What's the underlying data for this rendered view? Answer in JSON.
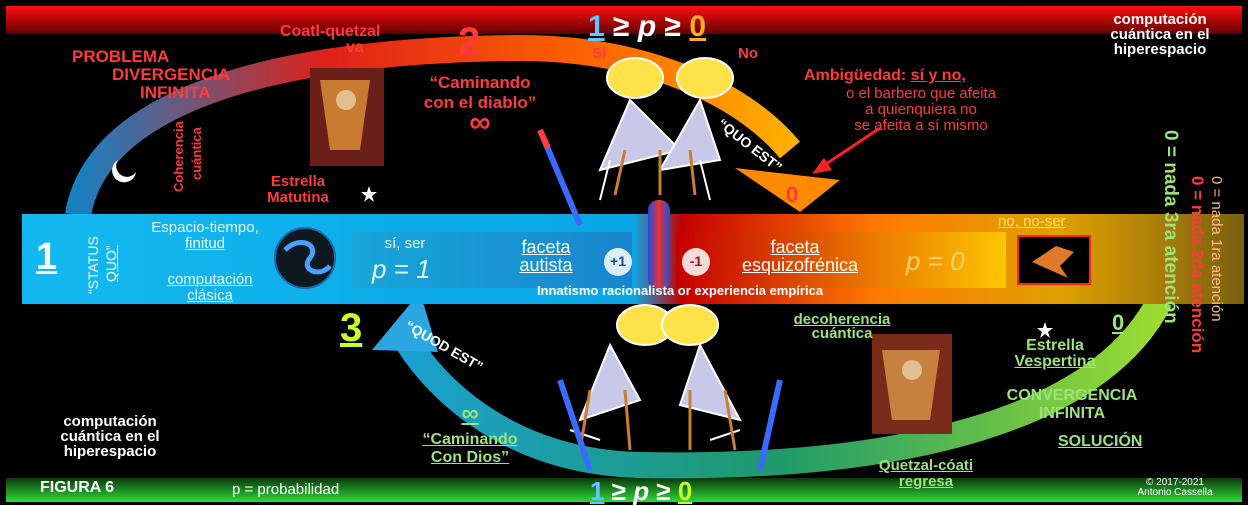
{
  "top": {
    "title_right": "computación\ncuántica en el\nhiperespacio",
    "ineq_one": "1",
    "ineq_ge1": "≥",
    "ineq_p": "p",
    "ineq_ge2": "≥",
    "ineq_zero": "0",
    "si": "Sí",
    "no": "No"
  },
  "left_top": {
    "problema": "PROBLEMA",
    "divergencia": "DIVERGENCIA",
    "infinita": "INFINITA",
    "coherencia": "Coherencia",
    "cuantica": "cuántica",
    "estrella": "Estrella",
    "matutina": "Matutina"
  },
  "center_top": {
    "coatl": "Coatl-quetzal",
    "va": "va",
    "number": "2",
    "caminando": "“Caminando",
    "con_diablo": "con el diablo”",
    "infinity": "∞"
  },
  "ambiguedad": {
    "title": "Ambigüedad:",
    "si_y_no": "sí y no,",
    "l2": "o el barbero que afeita",
    "l3": "a quienquiera no",
    "l4": "se afeita a sí mismo"
  },
  "arrows": {
    "quo_est": "“QUO EST”",
    "zero": "0",
    "quod_est": "“QUOD EST”",
    "three": "3"
  },
  "band": {
    "one": "1",
    "status": "“STATUS",
    "quo": "QUO”",
    "espacio": "Espacio-tiempo,",
    "finitud": "finitud",
    "computacion": "computación",
    "clasica": "clásica",
    "si_ser": "sí, ser",
    "p_eq_1": "p = 1",
    "faceta1": "faceta",
    "autista": "autista",
    "plus1": "+1",
    "minus1": "-1",
    "faceta2": "faceta",
    "esquizo": "esquizofrénica",
    "p_eq_0": "p = 0",
    "no_no_ser": "no, no-ser",
    "innatismo": "Innatismo racionalista or experiencia empírica"
  },
  "right_vertical": {
    "v1": "0 = nada 1ra atención",
    "v2": "0 = nada 2da atención",
    "v3": "0 = nada 3ra atención"
  },
  "bottom": {
    "decoherencia": "decoherencia",
    "cuantica": "cuántica",
    "zero_right": "0",
    "estrella": "Estrella",
    "vespertina": "Vespertina",
    "convergencia": "CONVERGENCIA",
    "infinita": "INFINITA",
    "solucion": "SOLUCIÓN",
    "quetzal": "Quetzal-cóati",
    "regresa": "regresa",
    "infinity": "∞",
    "caminando": "“Caminando",
    "con_dios": "Con Dios”",
    "comp_left": "computación\ncuántica en el\nhiperespacio",
    "figura": "FIGURA 6",
    "p_def": "p = probabilidad",
    "ineq_one": "1",
    "ineq_ge1": "≥",
    "ineq_p": "p",
    "ineq_ge2": "≥",
    "ineq_zero": "0",
    "copyright": "© 2017-2021\nAntonio Cassella"
  },
  "colors": {
    "red": "#ff3a3a",
    "green": "#9be37a",
    "band_blue": "#12b4ee",
    "band_orange": "#e68a00",
    "background": "#000000"
  }
}
